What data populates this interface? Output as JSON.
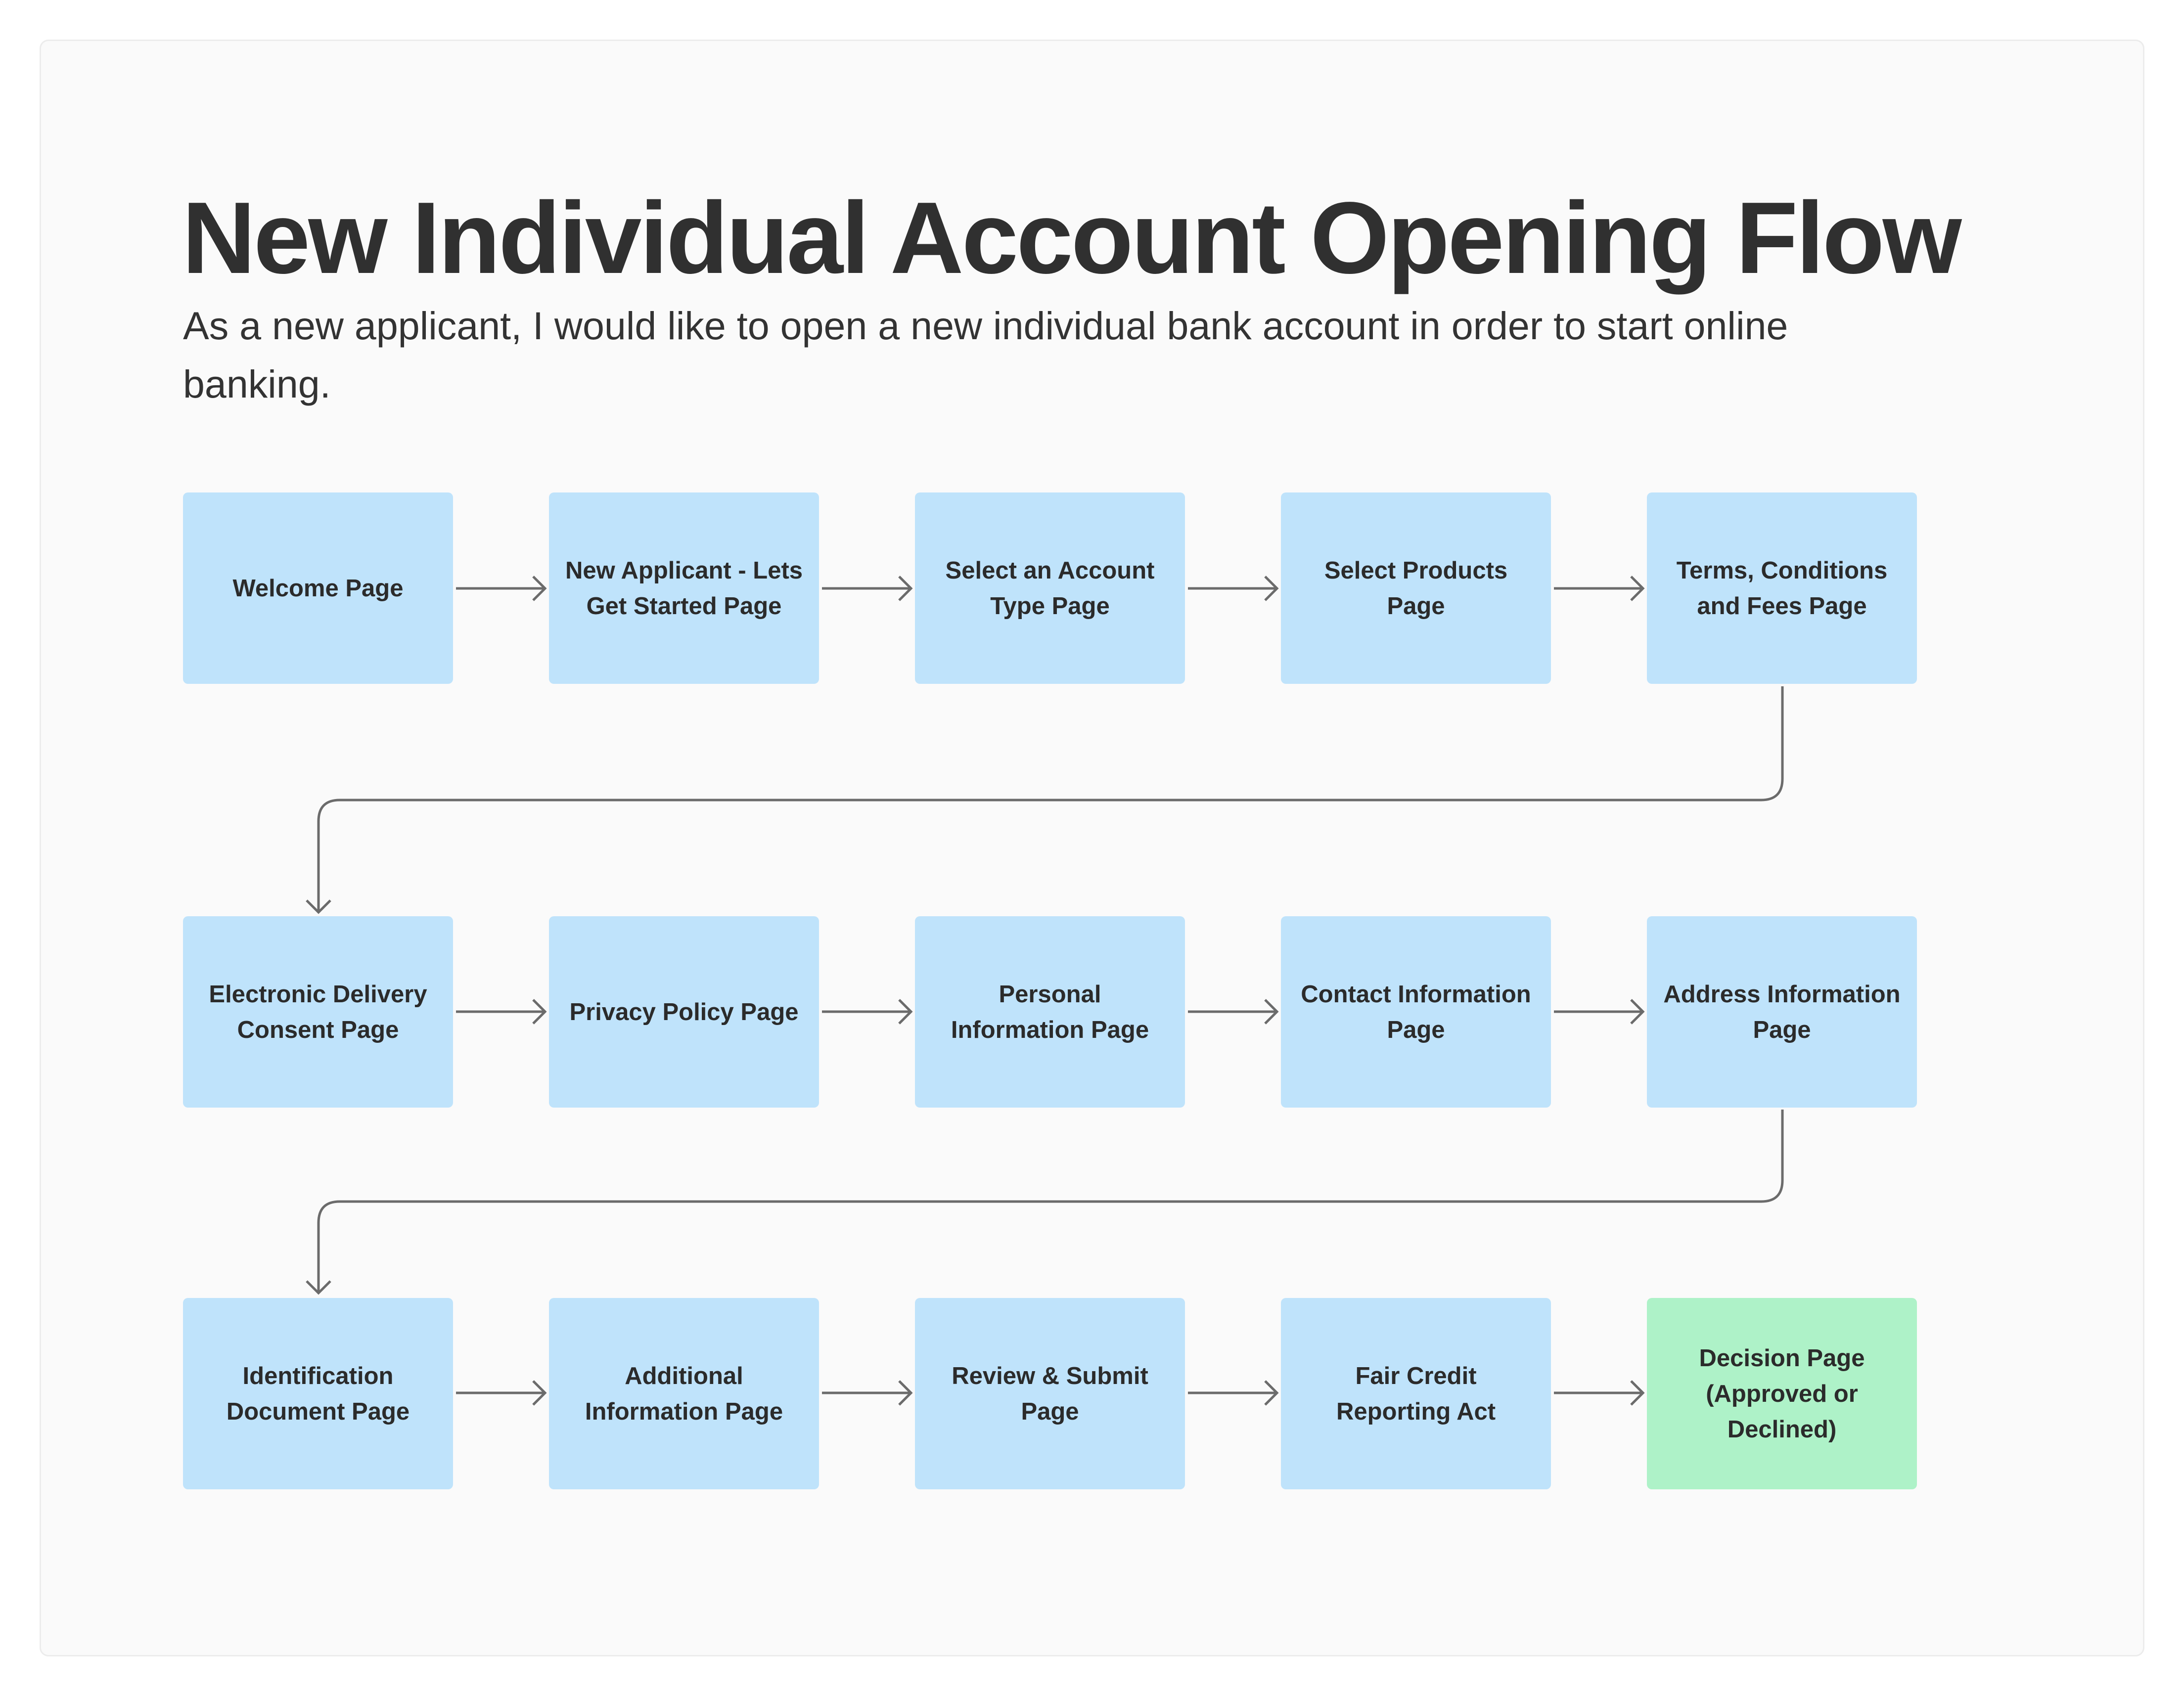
{
  "header": {
    "title": "New Individual Account Opening Flow",
    "subtitle": "As a new applicant, I would like to open a new individual bank account in order to start online banking."
  },
  "colors": {
    "step": "#bfe3fb",
    "final_step": "#aef2c8",
    "connector": "#6b6b6b"
  },
  "nodes": [
    {
      "id": "welcome",
      "label": "Welcome Page"
    },
    {
      "id": "new-applicant",
      "label": "New Applicant - Lets Get Started Page"
    },
    {
      "id": "account-type",
      "label": "Select an Account Type Page"
    },
    {
      "id": "select-products",
      "label": "Select Products Page"
    },
    {
      "id": "terms",
      "label": "Terms, Conditions and Fees Page"
    },
    {
      "id": "edelivery",
      "label": "Electronic Delivery Consent Page"
    },
    {
      "id": "privacy",
      "label": "Privacy Policy Page"
    },
    {
      "id": "personal-info",
      "label": "Personal Information Page"
    },
    {
      "id": "contact-info",
      "label": "Contact Information Page"
    },
    {
      "id": "address-info",
      "label": "Address Information Page"
    },
    {
      "id": "identification",
      "label": "Identification Document Page"
    },
    {
      "id": "additional-info",
      "label": "Additional Information Page"
    },
    {
      "id": "review-submit",
      "label": "Review & Submit Page"
    },
    {
      "id": "fcra",
      "label": "Fair Credit Reporting Act"
    },
    {
      "id": "decision",
      "label": "Decision Page (Approved or Declined)"
    }
  ],
  "edges": [
    [
      "welcome",
      "new-applicant"
    ],
    [
      "new-applicant",
      "account-type"
    ],
    [
      "account-type",
      "select-products"
    ],
    [
      "select-products",
      "terms"
    ],
    [
      "terms",
      "edelivery"
    ],
    [
      "edelivery",
      "privacy"
    ],
    [
      "privacy",
      "personal-info"
    ],
    [
      "personal-info",
      "contact-info"
    ],
    [
      "contact-info",
      "address-info"
    ],
    [
      "address-info",
      "identification"
    ],
    [
      "identification",
      "additional-info"
    ],
    [
      "additional-info",
      "review-submit"
    ],
    [
      "review-submit",
      "fcra"
    ],
    [
      "fcra",
      "decision"
    ]
  ]
}
